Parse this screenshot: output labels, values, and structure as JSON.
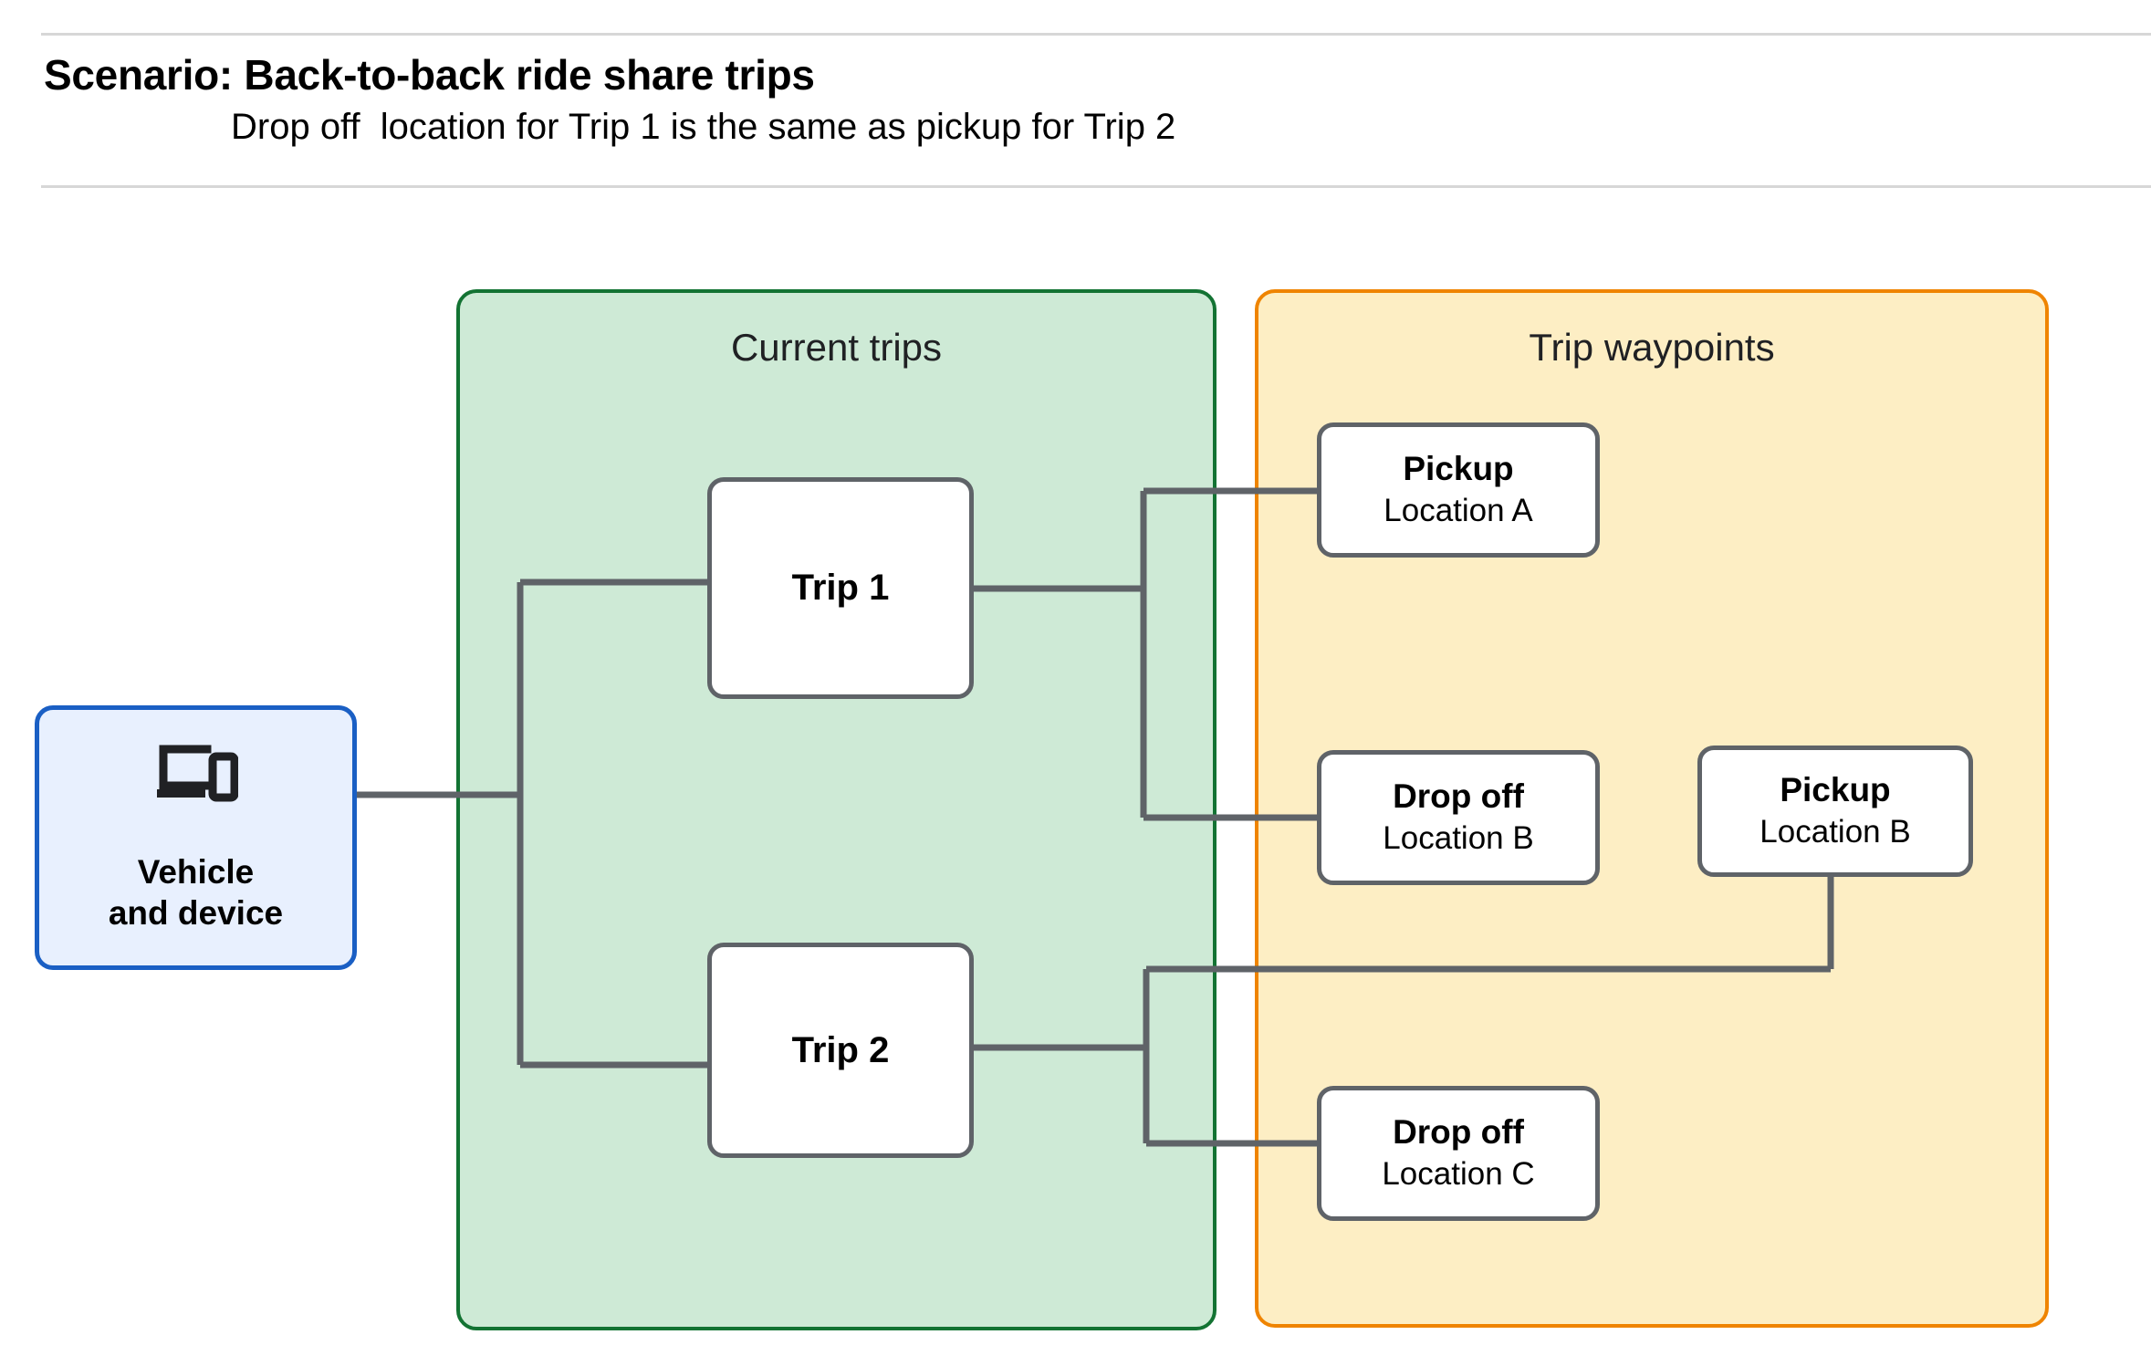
{
  "header": {
    "title": "Scenario: Back-to-back ride share trips",
    "subtitle": "Drop off  location for Trip 1 is the same as pickup for Trip 2"
  },
  "groups": {
    "current_trips": {
      "title": "Current trips",
      "fill": "#ceead6",
      "stroke": "#137333"
    },
    "trip_waypoints": {
      "title": "Trip waypoints",
      "fill": "#fdeec4",
      "stroke": "#ef8400"
    }
  },
  "vehicle": {
    "label": "Vehicle\nand device",
    "icon": "laptop-and-phone-icon",
    "fill": "#e8f0fe",
    "stroke": "#1a5fc4"
  },
  "trips": [
    {
      "label": "Trip 1"
    },
    {
      "label": "Trip 2"
    }
  ],
  "waypoints": [
    {
      "id": "pickup-a",
      "title": "Pickup",
      "location": "Location A"
    },
    {
      "id": "dropoff-b",
      "title": "Drop off",
      "location": "Location B"
    },
    {
      "id": "pickup-b",
      "title": "Pickup",
      "location": "Location B"
    },
    {
      "id": "dropoff-c",
      "title": "Drop off",
      "location": "Location C"
    }
  ],
  "connector_color": "#5f6368",
  "rule_color": "#d7d7d7"
}
